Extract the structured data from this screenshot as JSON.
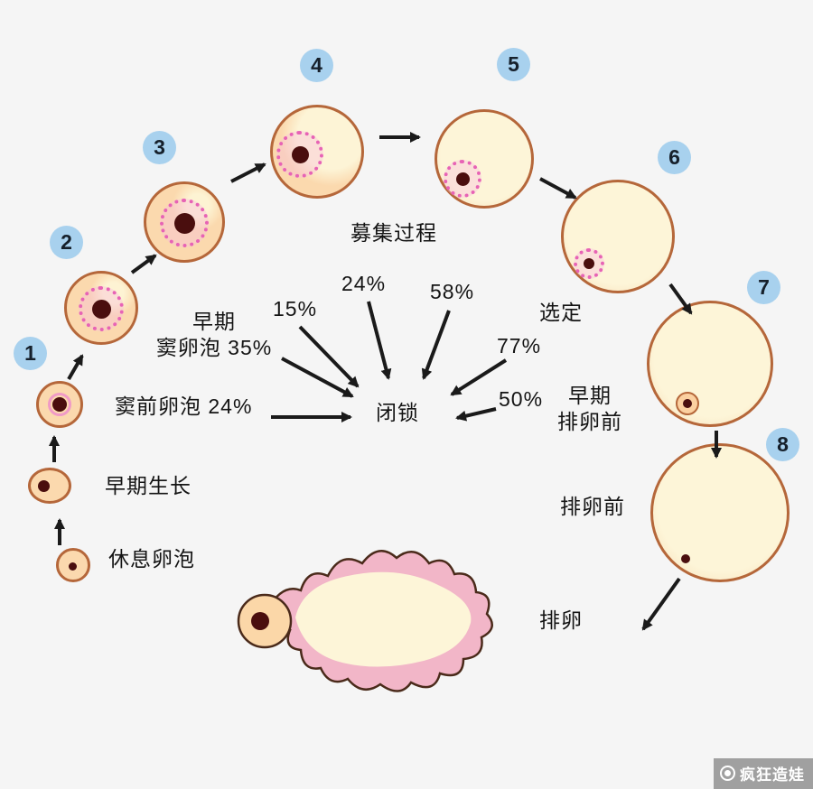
{
  "colors": {
    "background": "#f5f5f5",
    "badge_blue": "#a8d1ee",
    "follicle_cream": "#fdf5d8",
    "follicle_peach": "#fbd9ae",
    "follicle_border": "#b5673a",
    "nucleus": "#4a0e0e",
    "granulosa_pink": "#e763b5",
    "blob_pink": "#f2b6c8",
    "arrow": "#1a1a1a"
  },
  "badges": [
    "1",
    "2",
    "3",
    "4",
    "5",
    "6",
    "7",
    "8"
  ],
  "labels": {
    "resting": "休息卵泡",
    "early_growth": "早期生长",
    "preantral": "窦前卵泡 24%",
    "early_antral_line1": "早期",
    "early_antral_line2": "窦卵泡 35%",
    "recruitment": "募集过程",
    "atresia": "闭锁",
    "selection": "选定",
    "early_preovulatory_line1": "早期",
    "early_preovulatory_line2": "排卵前",
    "preovulatory": "排卵前",
    "ovulation": "排卵"
  },
  "percentages": {
    "p15": "15%",
    "p24": "24%",
    "p58": "58%",
    "p77": "77%",
    "p50": "50%"
  },
  "watermark": "疯狂造娃"
}
